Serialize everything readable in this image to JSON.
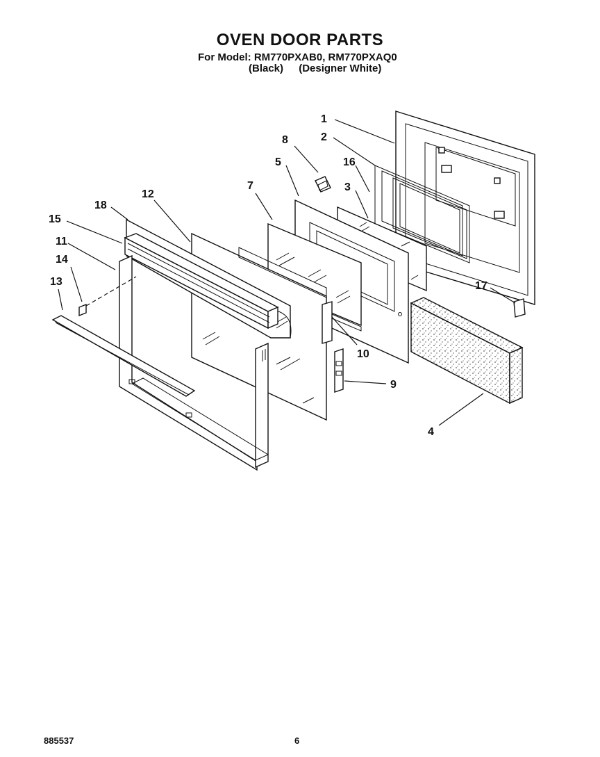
{
  "header": {
    "title": "OVEN DOOR PARTS",
    "model_line": "For Model: RM770PXAB0, RM770PXAQ0",
    "variants": [
      "(Black)",
      "(Designer White)"
    ]
  },
  "callouts": [
    "1",
    "2",
    "16",
    "8",
    "5",
    "3",
    "7",
    "12",
    "18",
    "15",
    "11",
    "14",
    "13",
    "17",
    "10",
    "9",
    "4"
  ],
  "footer": {
    "doc_number": "885537",
    "page_number": "6"
  }
}
